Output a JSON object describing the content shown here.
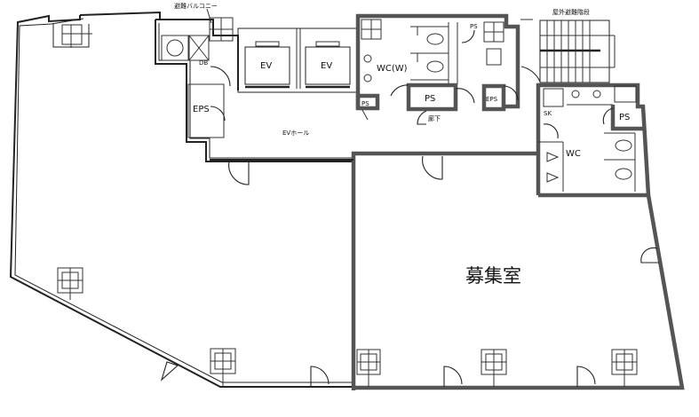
{
  "floor_plan": {
    "labels": {
      "balcony": "避難バルコニー",
      "outdoor_stair": "屋外避難階段",
      "ev1": "EV",
      "ev2": "EV",
      "eps_left": "EPS",
      "ev_hall": "EVホール",
      "wc_women": "WC(W)",
      "ps_top": "PS",
      "ps_left": "PS",
      "ps_center": "PS",
      "eps_right": "EPS",
      "corridor": "廊下",
      "sk": "SK",
      "ps_right": "PS",
      "wc_men": "WC",
      "db": "DB",
      "recruit_room": "募集室"
    },
    "colors": {
      "line": "#222222",
      "highlight_wall": "#555555",
      "background": "#ffffff"
    }
  }
}
